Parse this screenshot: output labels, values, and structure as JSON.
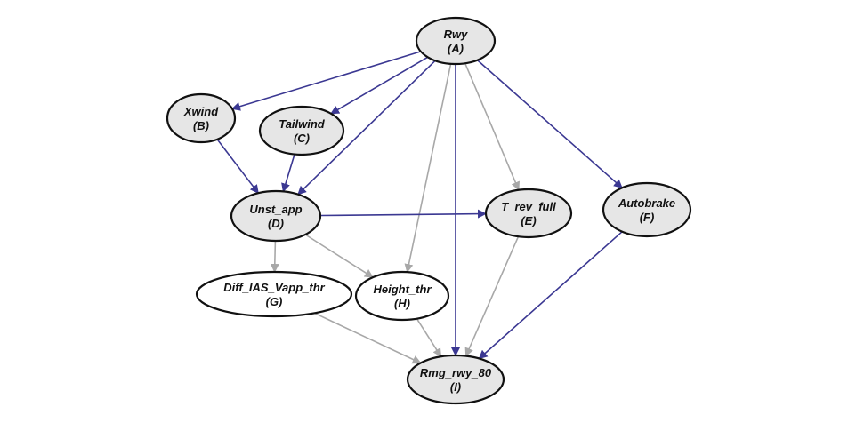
{
  "colors": {
    "strong_edge": "#3b3892",
    "weak_edge": "#a8a8a8",
    "node_fill_gray": "#e6e6e6",
    "node_fill_white": "#ffffff",
    "node_stroke": "#111111",
    "background": "#ffffff"
  },
  "nodes": [
    {
      "id": "A",
      "name": "Rwy",
      "code": "(A)",
      "fill": "gray"
    },
    {
      "id": "B",
      "name": "Xwind",
      "code": "(B)",
      "fill": "gray"
    },
    {
      "id": "C",
      "name": "Tailwind",
      "code": "(C)",
      "fill": "gray"
    },
    {
      "id": "D",
      "name": "Unst_app",
      "code": "(D)",
      "fill": "gray"
    },
    {
      "id": "E",
      "name": "T_rev_full",
      "code": "(E)",
      "fill": "gray"
    },
    {
      "id": "F",
      "name": "Autobrake",
      "code": "(F)",
      "fill": "gray"
    },
    {
      "id": "G",
      "name": "Diff_IAS_Vapp_thr",
      "code": "(G)",
      "fill": "white"
    },
    {
      "id": "H",
      "name": "Height_thr",
      "code": "(H)",
      "fill": "white"
    },
    {
      "id": "I",
      "name": "Rmg_rwy_80",
      "code": "(I)",
      "fill": "gray"
    }
  ],
  "edges": [
    {
      "from": "A",
      "to": "B",
      "style": "strong"
    },
    {
      "from": "A",
      "to": "C",
      "style": "strong"
    },
    {
      "from": "A",
      "to": "D",
      "style": "strong"
    },
    {
      "from": "A",
      "to": "H",
      "style": "weak"
    },
    {
      "from": "A",
      "to": "I",
      "style": "strong"
    },
    {
      "from": "A",
      "to": "E",
      "style": "weak"
    },
    {
      "from": "A",
      "to": "F",
      "style": "strong"
    },
    {
      "from": "B",
      "to": "D",
      "style": "strong"
    },
    {
      "from": "C",
      "to": "D",
      "style": "strong"
    },
    {
      "from": "D",
      "to": "E",
      "style": "strong"
    },
    {
      "from": "D",
      "to": "G",
      "style": "weak"
    },
    {
      "from": "D",
      "to": "H",
      "style": "weak"
    },
    {
      "from": "G",
      "to": "I",
      "style": "weak"
    },
    {
      "from": "H",
      "to": "I",
      "style": "weak"
    },
    {
      "from": "E",
      "to": "I",
      "style": "weak"
    },
    {
      "from": "F",
      "to": "I",
      "style": "strong"
    }
  ]
}
